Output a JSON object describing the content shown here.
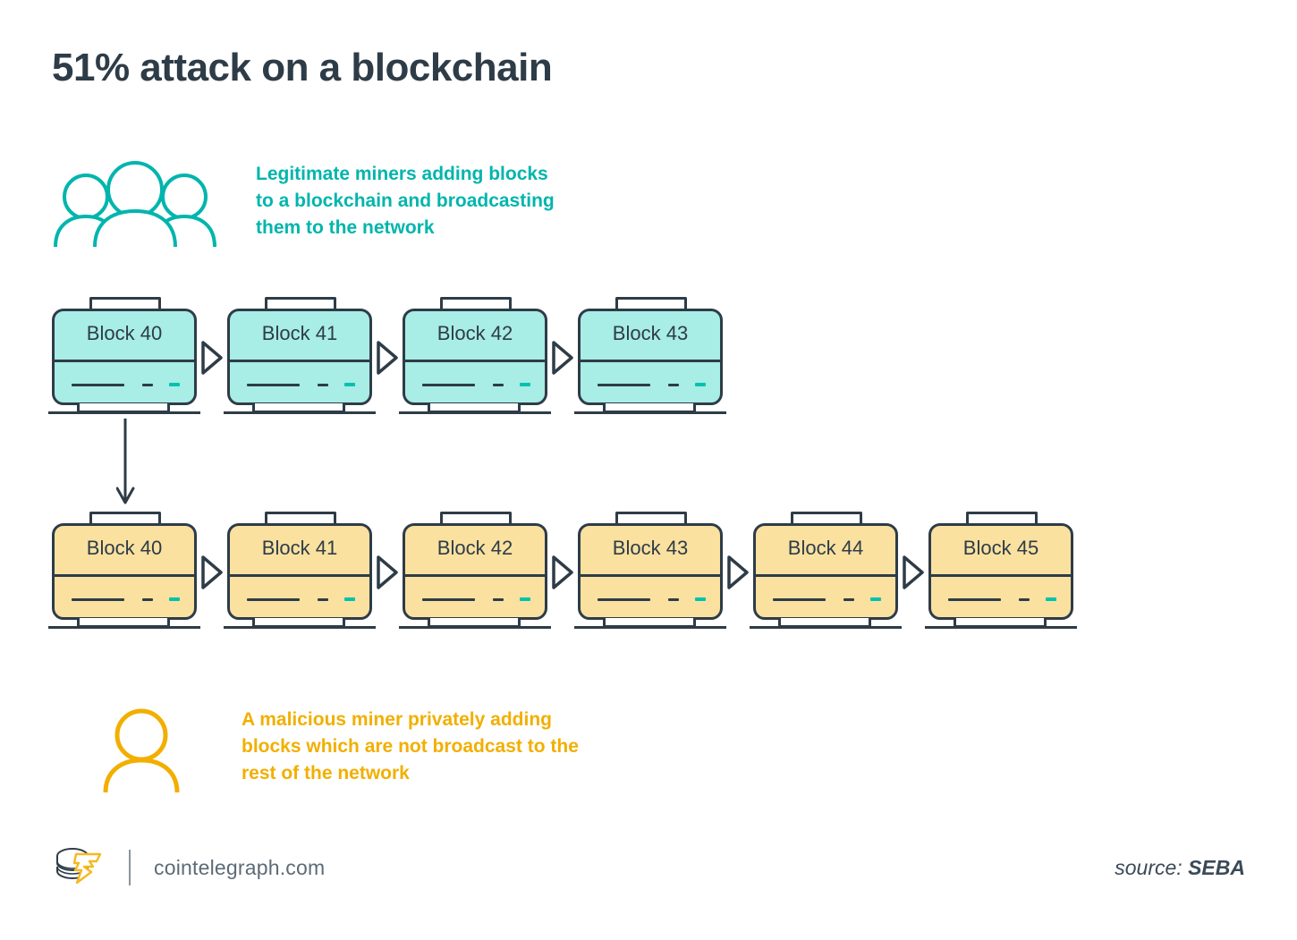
{
  "title": "51% attack on a blockchain",
  "colors": {
    "title_text": "#2e3c47",
    "teal_accent": "#00b5ad",
    "teal_fill": "#a8ede6",
    "teal_dash": "#00c2ae",
    "yellow_accent": "#f2af00",
    "yellow_fill": "#fae1a0",
    "outline": "#2e3c47",
    "background": "#ffffff"
  },
  "legend": {
    "legit": {
      "icon": "three-people-icon",
      "text": "Legitimate miners adding blocks\nto a blockchain and broadcasting\nthem to the network"
    },
    "malicious": {
      "icon": "single-person-icon",
      "text": "A malicious miner privately adding\nblocks which are not broadcast to the\nrest of the network"
    }
  },
  "chains": {
    "legit": {
      "name": "legitimate-chain",
      "blocks": [
        {
          "label": "Block 40",
          "arrow_after": true
        },
        {
          "label": "Block 41",
          "arrow_after": true
        },
        {
          "label": "Block 42",
          "arrow_after": true
        },
        {
          "label": "Block 43",
          "arrow_after": false
        }
      ]
    },
    "malicious": {
      "name": "malicious-chain",
      "blocks": [
        {
          "label": "Block 40",
          "arrow_after": true
        },
        {
          "label": "Block 41",
          "arrow_after": true
        },
        {
          "label": "Block 42",
          "arrow_after": true
        },
        {
          "label": "Block 43",
          "arrow_after": true
        },
        {
          "label": "Block 44",
          "arrow_after": true
        },
        {
          "label": "Block 45",
          "arrow_after": false
        }
      ]
    }
  },
  "fork_arrow": {
    "name": "fork-down-arrow",
    "direction": "down"
  },
  "footer": {
    "logo_icon": "cointelegraph-coin-stack-logo",
    "site": "cointelegraph.com",
    "source_prefix": "source: ",
    "source_name": "SEBA"
  }
}
